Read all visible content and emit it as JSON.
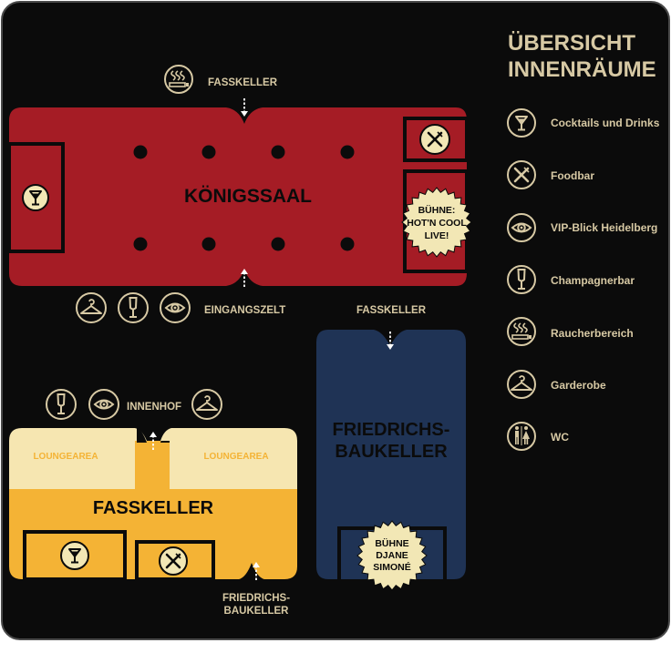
{
  "title": {
    "line1": "ÜBERSICHT",
    "line2": "INNENRÄUME"
  },
  "rooms": {
    "koenigssaal": {
      "name": "KÖNIGSSAAL",
      "stage": {
        "line1": "BÜHNE:",
        "line2": "HOT'N COOL",
        "line3": "LIVE!"
      }
    },
    "fasskeller": {
      "name": "FASSKELLER",
      "lounge_left": "LOUNGEAREA",
      "lounge_right": "LOUNGEAREA"
    },
    "friedrichsbaukeller": {
      "name_line1": "FRIEDRICHS-",
      "name_line2": "BAUKELLER",
      "stage": {
        "line1": "BÜHNE",
        "line2": "DJANE",
        "line3": "SIMONÉ"
      }
    }
  },
  "exits": {
    "top_fasskeller": "FASSKELLER",
    "eingangszelt": "EINGANGSZELT",
    "fb_fasskeller": "FASSKELLER",
    "innenhof": "INNENHOF",
    "fk_friedrichs_line1": "FRIEDRICHS-",
    "fk_friedrichs_line2": "BAUKELLER"
  },
  "legend": [
    {
      "icon": "cocktail-icon",
      "label": "Cocktails und Drinks"
    },
    {
      "icon": "foodbar-icon",
      "label": "Foodbar"
    },
    {
      "icon": "eye-icon",
      "label": "VIP-Blick Heidelberg"
    },
    {
      "icon": "champagne-icon",
      "label": "Champagnerbar"
    },
    {
      "icon": "smoking-icon",
      "label": "Raucherbereich"
    },
    {
      "icon": "hanger-icon",
      "label": "Garderobe"
    },
    {
      "icon": "wc-icon",
      "label": "WC"
    }
  ],
  "colors": {
    "background": "#0b0b0b",
    "gold": "#d7c9a4",
    "koenigssaal": "#a51c25",
    "fasskeller": "#f4b335",
    "lounge": "#f6e6b1",
    "friedrichsbaukeller": "#1f3355",
    "stage": "#f2e7b5"
  }
}
